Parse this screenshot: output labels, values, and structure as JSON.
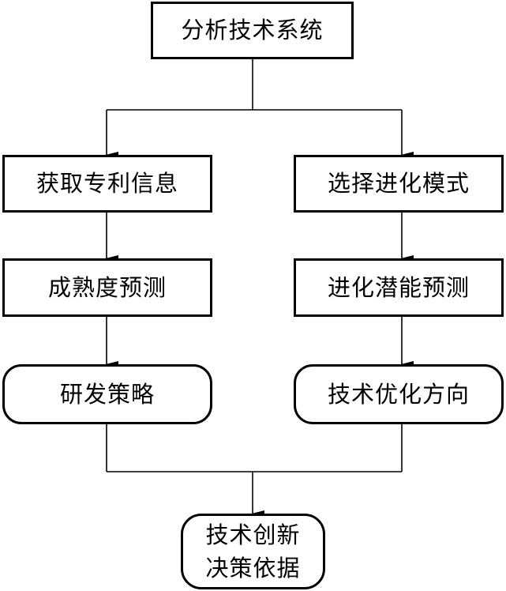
{
  "diagram": {
    "root": {
      "label": "分析技术系统"
    },
    "left_branch": {
      "step1": {
        "label": "获取专利信息"
      },
      "step2": {
        "label": "成熟度预测"
      },
      "step3": {
        "label": "研发策略"
      }
    },
    "right_branch": {
      "step1": {
        "label": "选择进化模式"
      },
      "step2": {
        "label": "进化潜能预测"
      },
      "step3": {
        "label": "技术优化方向"
      }
    },
    "final": {
      "line1": "技术创新",
      "line2": "决策依据"
    }
  }
}
